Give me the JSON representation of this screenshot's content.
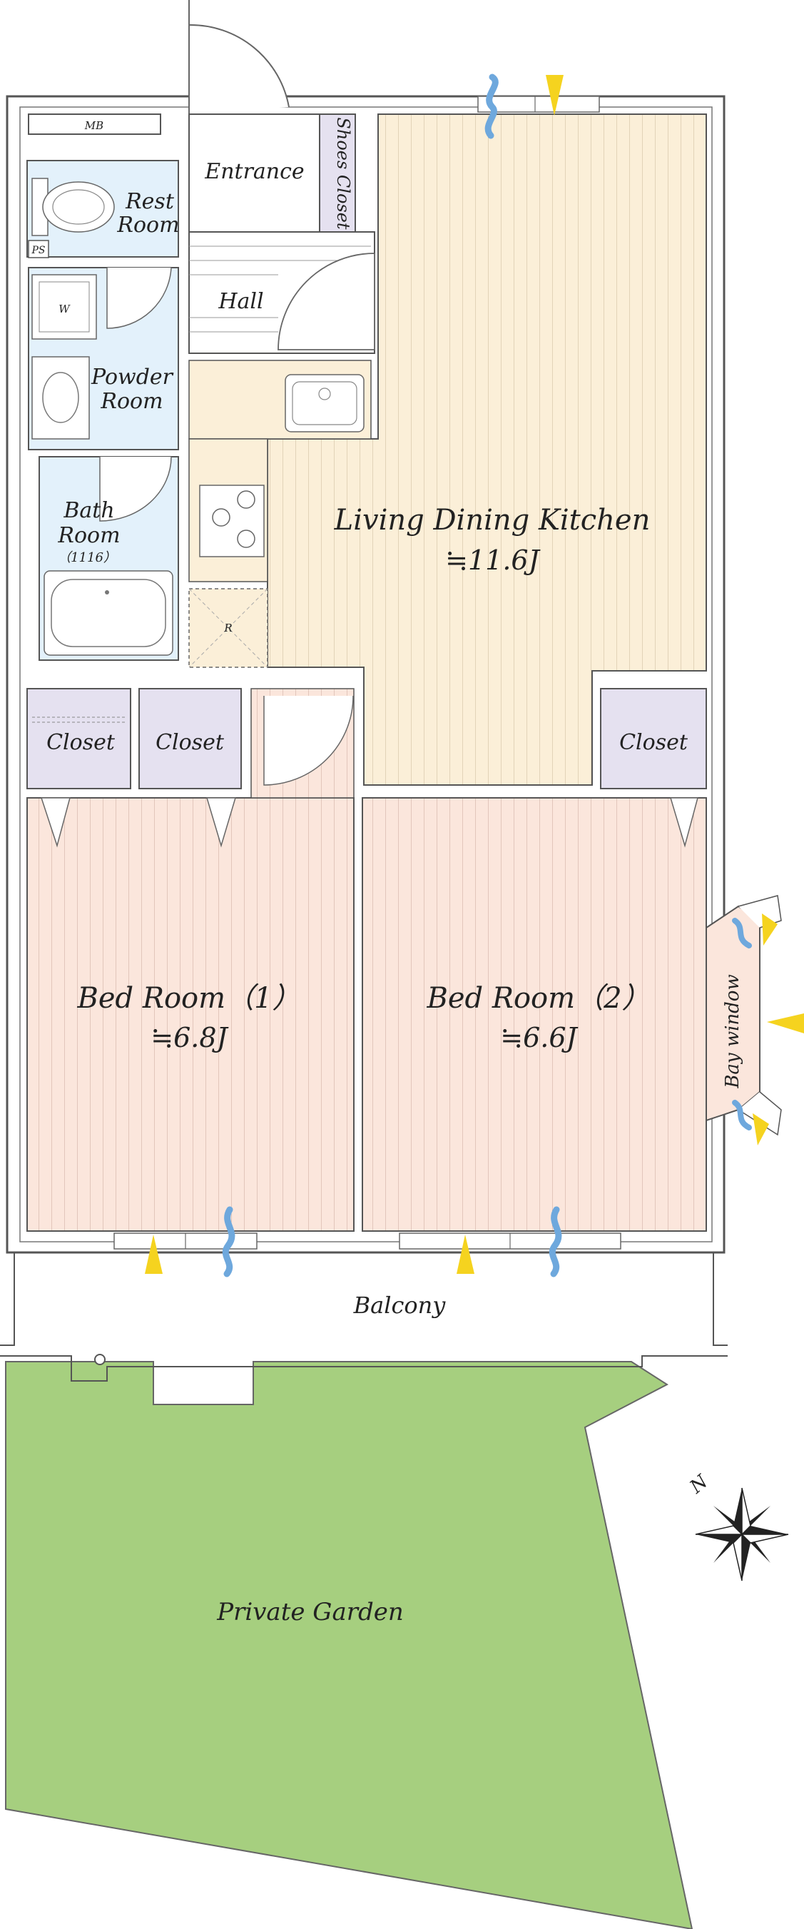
{
  "plan": {
    "rooms": {
      "entrance": "Entrance",
      "shoes_closet": "Shoes Closet",
      "rest_room_line1": "Rest",
      "rest_room_line2": "Room",
      "hall": "Hall",
      "powder_room_line1": "Powder",
      "powder_room_line2": "Room",
      "bath_room_line1": "Bath",
      "bath_room_line2": "Room",
      "bath_size": "（1116）",
      "ldk_name": "Living Dining Kitchen",
      "ldk_size": "≒11.6J",
      "closet_left_a": "Closet",
      "closet_left_b": "Closet",
      "closet_right": "Closet",
      "bed1_name": "Bed Room（1）",
      "bed1_size": "≒6.8J",
      "bed2_name": "Bed Room（2）",
      "bed2_size": "≒6.6J",
      "bay_window": "Bay window",
      "balcony": "Balcony",
      "garden": "Private Garden"
    },
    "fixtures": {
      "mb": "MB",
      "ps": "PS",
      "washer": "W",
      "refrigerator": "R"
    },
    "compass": "N",
    "colors": {
      "ldk_floor": "#fbefd8",
      "bedroom_floor": "#fbe6dc",
      "wet_area": "#e3f1fb",
      "closet": "#e5e1f0",
      "garden": "#a6cf7f",
      "breeze_blue": "#6ea8dd",
      "light_yellow": "#f5d31f"
    }
  }
}
